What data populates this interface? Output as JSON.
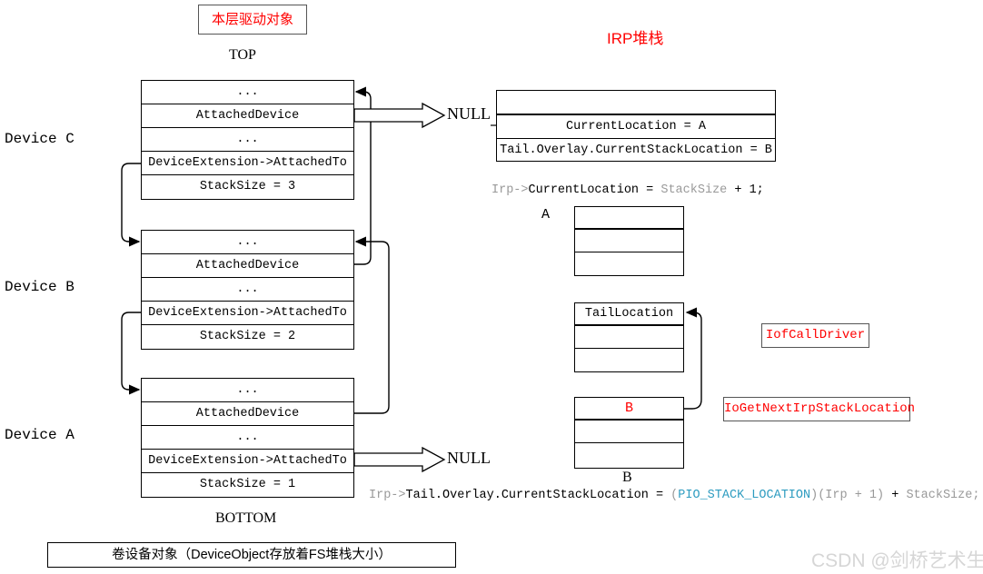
{
  "titles": {
    "driver_object_box": "本层驱动对象",
    "irp_stack": "IRP堆栈",
    "top": "TOP",
    "bottom": "BOTTOM",
    "null_top": "NULL",
    "null_bottom": "NULL"
  },
  "device_labels": {
    "c": "Device C",
    "b": "Device B",
    "a": "Device A"
  },
  "device_c": {
    "rows": [
      "...",
      "AttachedDevice",
      "...",
      "DeviceExtension->AttachedTo",
      "StackSize = 3"
    ]
  },
  "device_b": {
    "rows": [
      "...",
      "AttachedDevice",
      "...",
      "DeviceExtension->AttachedTo",
      "StackSize = 2"
    ]
  },
  "device_a": {
    "rows": [
      "...",
      "AttachedDevice",
      "...",
      "DeviceExtension->AttachedTo",
      "StackSize = 1"
    ]
  },
  "irp_header": {
    "rows": [
      "",
      "CurrentLocation = A",
      "Tail.Overlay.CurrentStackLocation = B"
    ]
  },
  "stack_a": {
    "label_left": "A",
    "rows": [
      "",
      "",
      ""
    ]
  },
  "stack_tail": {
    "rows": [
      "TailLocation",
      "",
      ""
    ]
  },
  "stack_b": {
    "label_below": "B",
    "rows": [
      "B",
      "",
      ""
    ]
  },
  "callouts": {
    "iof_call_driver": "IofCallDriver",
    "io_get_next_irp_stack_location": "IoGetNextIrpStackLocation"
  },
  "formula_current_location": {
    "parts": [
      {
        "text": "Irp->",
        "color": "gray"
      },
      {
        "text": "CurrentLocation",
        "color": "black"
      },
      {
        "text": " = ",
        "color": "black"
      },
      {
        "text": "StackSize",
        "color": "gray"
      },
      {
        "text": " + 1;",
        "color": "black"
      }
    ]
  },
  "formula_current_stack_location": {
    "parts": [
      {
        "text": "Irp->",
        "color": "gray"
      },
      {
        "text": "Tail.Overlay.CurrentStackLocation",
        "color": "black"
      },
      {
        "text": " = ",
        "color": "black"
      },
      {
        "text": "(",
        "color": "gray"
      },
      {
        "text": "PIO_STACK_LOCATION",
        "color": "teal"
      },
      {
        "text": ")(Irp + 1)",
        "color": "gray"
      },
      {
        "text": " + ",
        "color": "black"
      },
      {
        "text": "StackSize;",
        "color": "gray"
      }
    ]
  },
  "bottom_box": {
    "text": "卷设备对象（DeviceObject存放着FS堆栈大小）"
  },
  "watermark": {
    "text": "CSDN @剑桥艺术生"
  },
  "colors": {
    "accent_red": "#ff0000",
    "teal": "#2e9cc0",
    "gray_code": "#999999",
    "stroke": "#000000",
    "watermark": "#d6d6d6"
  }
}
